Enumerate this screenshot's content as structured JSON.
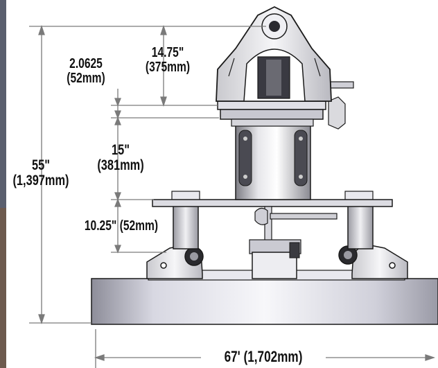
{
  "dimensions": {
    "total_height": {
      "imperial": "55\"",
      "metric": "(1,397mm)"
    },
    "top_height": {
      "imperial": "14.75\"",
      "metric": "(375mm)"
    },
    "collar_height": {
      "imperial": "2.0625",
      "metric": "(52mm)"
    },
    "cylinder_height": {
      "imperial": "15\"",
      "metric": "(381mm)"
    },
    "lower_height": {
      "label": "10.25\" (52mm)"
    },
    "base_width": {
      "label": "67' (1,702mm)"
    }
  },
  "colors": {
    "metal_light": "#f4f4f6",
    "metal_dark": "#8a8a90",
    "outline": "#1a1a1a",
    "dimension_line": "#7a7a7a",
    "base_tint": "#b9b9c8"
  }
}
